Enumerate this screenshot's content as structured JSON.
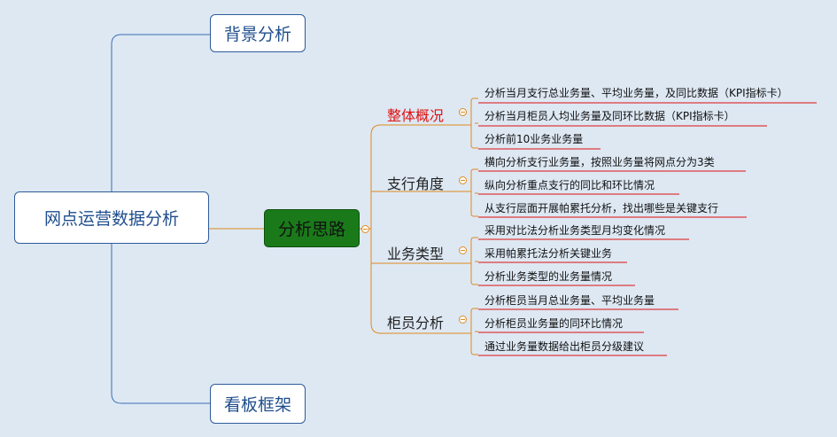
{
  "diagram": {
    "root": "网点运营数据分析",
    "side_nodes": [
      "背景分析",
      "看板框架"
    ],
    "center": "分析思路",
    "categories": [
      {
        "label": "整体概况",
        "items": [
          "分析当月支行总业务量、平均业务量，及同比数据（KPI指标卡）",
          "分析当月柜员人均业务量及同环比数据（KPI指标卡）",
          "分析前10业务业务量"
        ]
      },
      {
        "label": "支行角度",
        "items": [
          "横向分析支行业务量，按照业务量将网点分为3类",
          "纵向分析重点支行的同比和环比情况",
          "从支行层面开展帕累托分析，找出哪些是关键支行"
        ]
      },
      {
        "label": "业务类型",
        "items": [
          "采用对比法分析业务类型月均变化情况",
          "采用帕累托法分析关键业务",
          "分析业务类型的业务量情况"
        ]
      },
      {
        "label": "柜员分析",
        "items": [
          "分析柜员当月总业务量、平均业务量",
          "分析柜员业务量的同环比情况",
          "通过业务量数据给出柜员分级建议"
        ]
      }
    ]
  },
  "colors": {
    "background": "#dde8f3",
    "blue_line": "#3a6db5",
    "orange_line": "#e08a1e",
    "red_underline": "#e01010",
    "center_fill": "#1a7a1a",
    "highlight_text": "#e01010"
  }
}
